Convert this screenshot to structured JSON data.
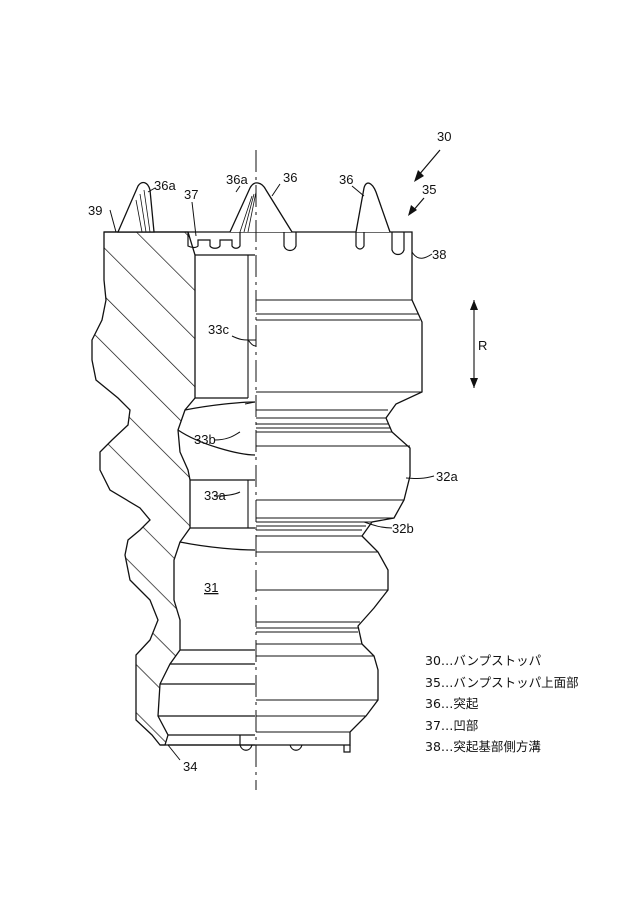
{
  "labels": {
    "l30": "30",
    "l35": "35",
    "l36a_left": "36a",
    "l36a_mid": "36a",
    "l36_mid": "36",
    "l36_right": "36",
    "l37": "37",
    "l39": "39",
    "l38": "38",
    "l33c": "33c",
    "lR": "R",
    "l33b": "33b",
    "l32a": "32a",
    "l33a": "33a",
    "l32b": "32b",
    "l31": "31",
    "l34": "34"
  },
  "legend": [
    "30…バンプストッパ",
    "35…バンプストッパ上面部",
    "36…突起",
    "37…凹部",
    "38…突起基部側方溝"
  ]
}
